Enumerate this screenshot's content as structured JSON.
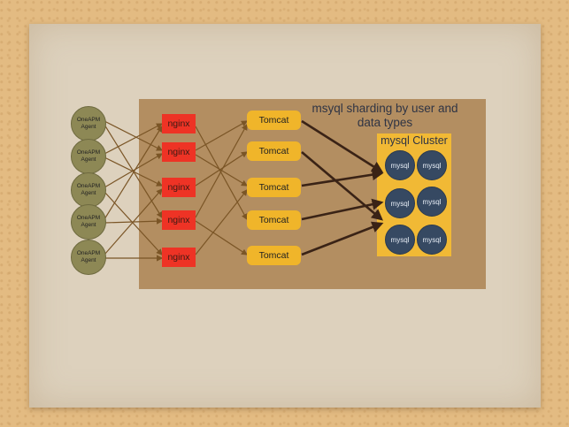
{
  "heading": "msyql sharding by user and data types",
  "cluster_title": "mysql Cluster",
  "agents": [
    "OneAPM Agent",
    "OneAPM Agent",
    "OneAPM Agent",
    "OneAPM Agent",
    "OneAPM Agent"
  ],
  "nginx": [
    "nginx",
    "nginx",
    "nginx",
    "nginx",
    "nginx"
  ],
  "tomcats": [
    "Tomcat",
    "Tomcat",
    "Tomcat",
    "Tomcat",
    "Tomcat"
  ],
  "mysql": [
    "mysql",
    "mysql",
    "mysql",
    "mysql",
    "mysql",
    "mysql"
  ],
  "colors": {
    "agent": "#8d8855",
    "nginx": "#ee3325",
    "tomcat": "#f0b52a",
    "mysql": "#364962",
    "panel": "#b38e61",
    "cluster": "#f1b935",
    "thin_line": "#7a5526",
    "thick_line": "#3a2316"
  }
}
